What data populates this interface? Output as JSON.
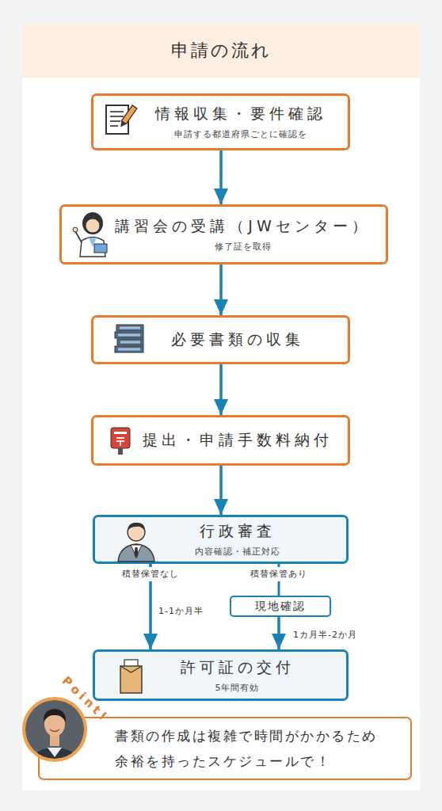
{
  "diagram": {
    "title": "申請の流れ",
    "nodes": [
      {
        "text": [
          "情報収集・要件確認",
          "申請する都道府県ごとに確認を"
        ]
      },
      {
        "text": [
          "講習会の受講（JWセンター）",
          "修了証を取得"
        ]
      },
      {
        "text": [
          "必要書類の収集"
        ]
      },
      {
        "text": [
          "提出・申請手数料納付"
        ]
      },
      {
        "text": [
          "行政審査",
          "内容確認・補正対応"
        ]
      },
      {
        "text": [
          "現地確認"
        ]
      },
      {
        "text": [
          "許可証の交付",
          "5年間有効"
        ]
      },
      {
        "text": [
          "書類の作成は複雑で時間がかかるため 余裕を持ったスケジュールで！"
        ]
      }
    ],
    "edges": [
      {
        "from": 0,
        "to": 1,
        "arrow": "to"
      },
      {
        "from": 1,
        "to": 2,
        "arrow": "to"
      },
      {
        "from": 2,
        "to": 3,
        "arrow": "to"
      },
      {
        "from": 3,
        "to": 4,
        "arrow": "to"
      },
      {
        "from": 4,
        "to": 6,
        "arrow": "to",
        "label": "1-1か月半"
      },
      {
        "from": 4,
        "to": 5,
        "arrow": "none",
        "label": "積替保管あり"
      },
      {
        "from": 5,
        "to": 6,
        "arrow": "to",
        "label": "1カ月半-2か月"
      }
    ],
    "labels": [
      "積替保管なし",
      "Point!"
    ]
  }
}
